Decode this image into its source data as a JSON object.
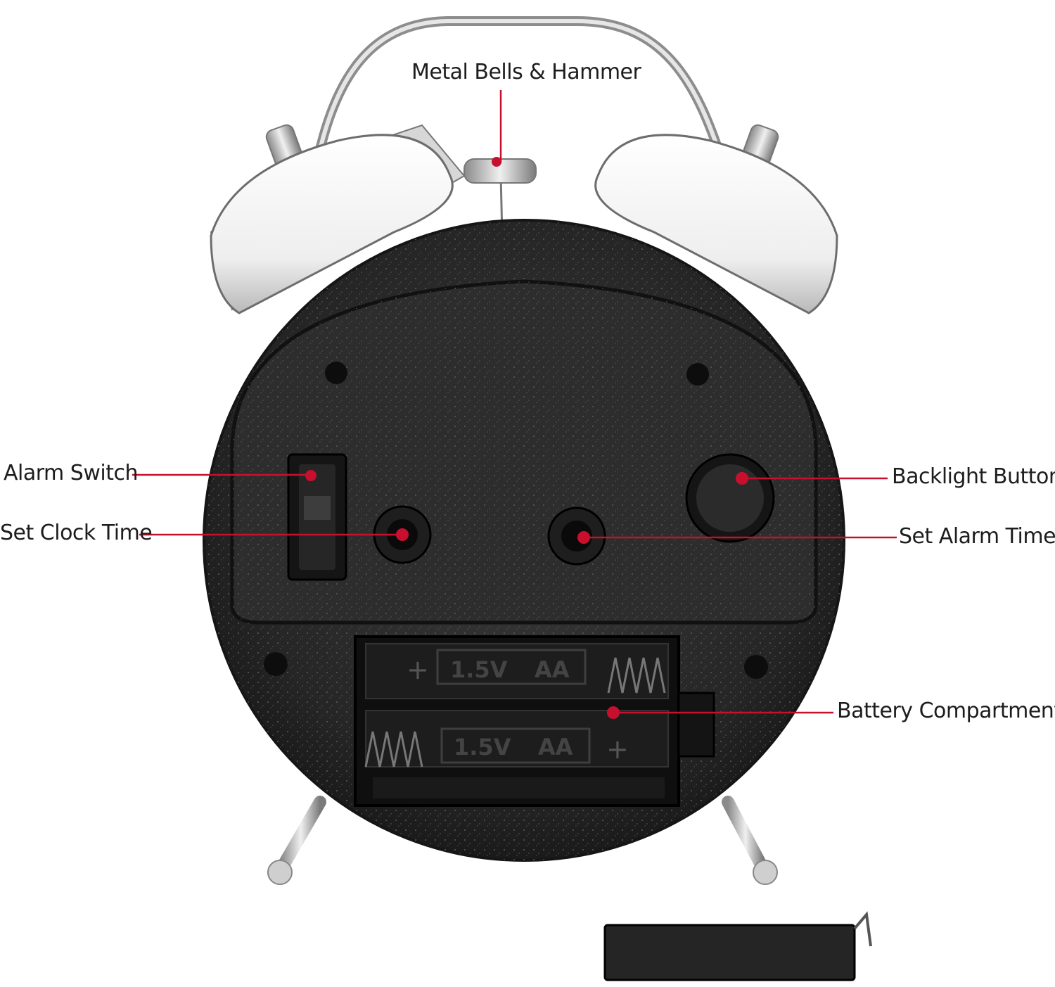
{
  "callouts": {
    "metal_bells": "Metal Bells & Hammer",
    "alarm_switch": "Alarm Switch",
    "set_clock_time": "Set Clock Time",
    "backlight_button": "Backlight Button",
    "set_alarm_time": "Set Alarm Time",
    "battery_compartment": "Battery Compartment"
  },
  "batteries": {
    "top": {
      "voltage": "1.5V",
      "size": "AA"
    },
    "bottom": {
      "voltage": "1.5V",
      "size": "AA"
    }
  },
  "colors": {
    "callout_line": "#c8102e",
    "callout_dot": "#c8102e",
    "body": "#2a2a2a",
    "bell": "#f4f4f4"
  }
}
